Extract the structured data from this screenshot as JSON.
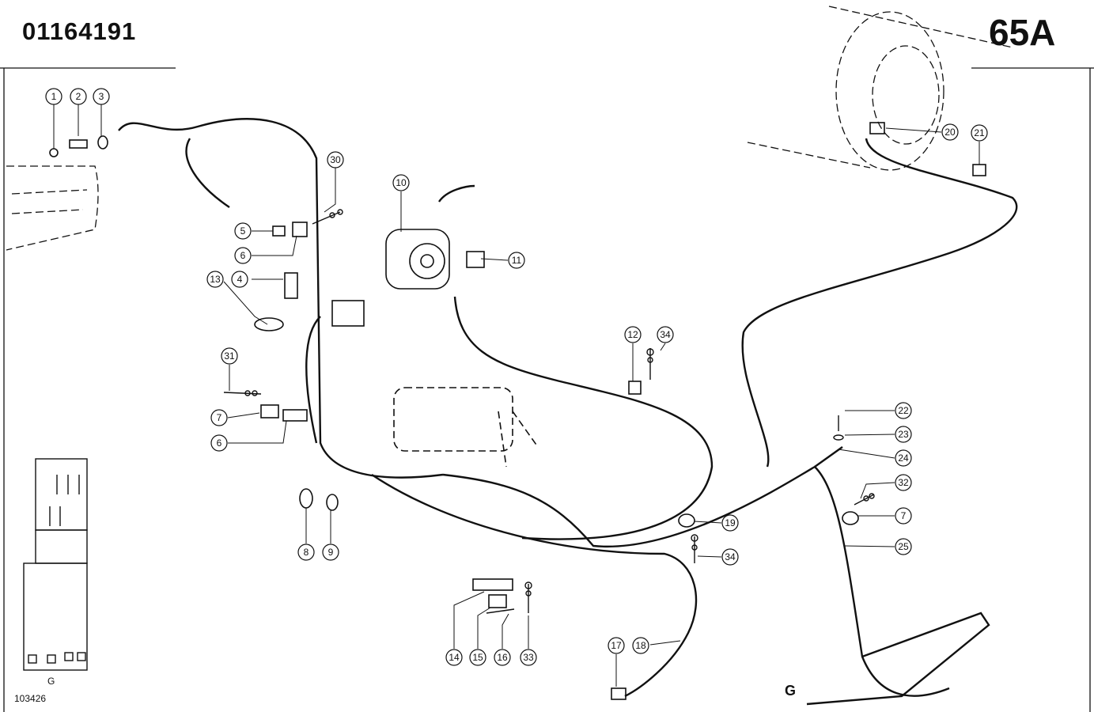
{
  "header": {
    "part_number": "01164191",
    "page_code": "65A"
  },
  "footer": {
    "figure_id": "103426",
    "inset_label": "G",
    "view_label": "G"
  },
  "callouts": [
    {
      "id": "c1",
      "label": "1"
    },
    {
      "id": "c2",
      "label": "2"
    },
    {
      "id": "c3",
      "label": "3"
    },
    {
      "id": "c30",
      "label": "30"
    },
    {
      "id": "c5",
      "label": "5"
    },
    {
      "id": "c6a",
      "label": "6"
    },
    {
      "id": "c13",
      "label": "13"
    },
    {
      "id": "c4",
      "label": "4"
    },
    {
      "id": "c10",
      "label": "10"
    },
    {
      "id": "c11",
      "label": "11"
    },
    {
      "id": "c31",
      "label": "31"
    },
    {
      "id": "c7a",
      "label": "7"
    },
    {
      "id": "c6b",
      "label": "6"
    },
    {
      "id": "c12",
      "label": "12"
    },
    {
      "id": "c34a",
      "label": "34"
    },
    {
      "id": "c20",
      "label": "20"
    },
    {
      "id": "c21",
      "label": "21"
    },
    {
      "id": "c22",
      "label": "22"
    },
    {
      "id": "c23",
      "label": "23"
    },
    {
      "id": "c24",
      "label": "24"
    },
    {
      "id": "c32",
      "label": "32"
    },
    {
      "id": "c7b",
      "label": "7"
    },
    {
      "id": "c25",
      "label": "25"
    },
    {
      "id": "c19",
      "label": "19"
    },
    {
      "id": "c34b",
      "label": "34"
    },
    {
      "id": "c8",
      "label": "8"
    },
    {
      "id": "c9",
      "label": "9"
    },
    {
      "id": "c14",
      "label": "14"
    },
    {
      "id": "c15",
      "label": "15"
    },
    {
      "id": "c16",
      "label": "16"
    },
    {
      "id": "c33",
      "label": "33"
    },
    {
      "id": "c17",
      "label": "17"
    },
    {
      "id": "c18",
      "label": "18"
    }
  ]
}
